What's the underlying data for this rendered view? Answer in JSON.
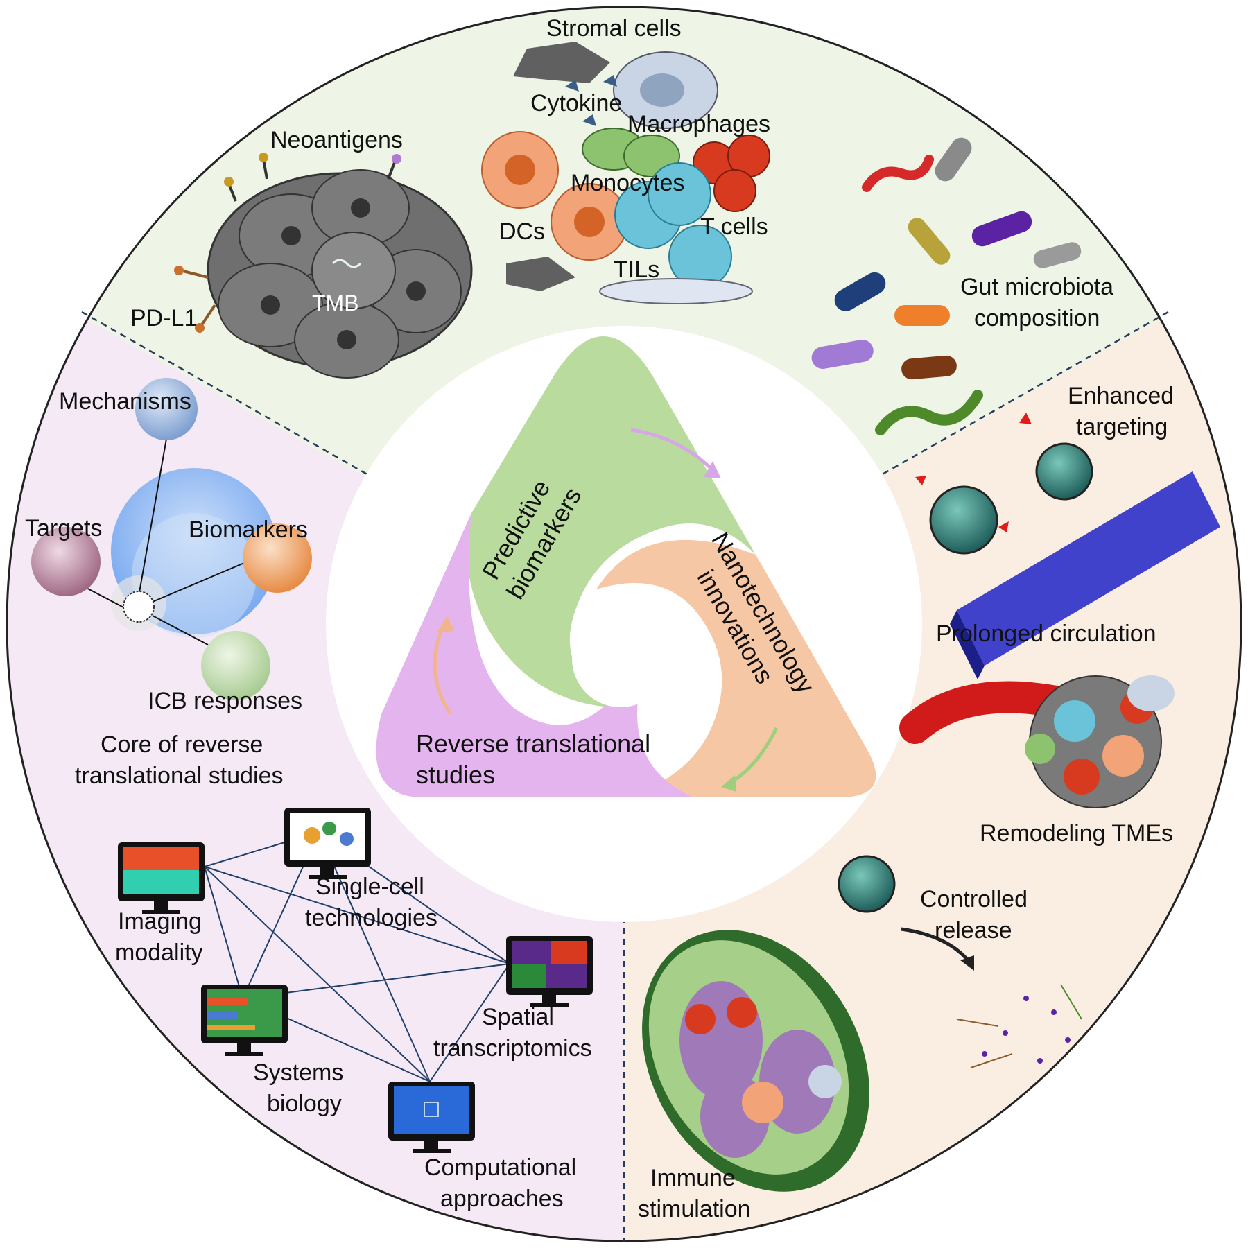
{
  "sections": {
    "biomarkers": {
      "labels": {
        "stromal_cells": "Stromal cells",
        "cytokine": "Cytokine",
        "macrophages": "Macrophages",
        "neoantigens": "Neoantigens",
        "monocytes": "Monocytes",
        "dcs": "DCs",
        "t_cells": "T cells",
        "tils": "TILs",
        "pd_l1": "PD-L1",
        "tmb": "TMB",
        "gut_line1": "Gut microbiota",
        "gut_line2": "composition"
      }
    },
    "nanotech": {
      "labels": {
        "enhanced_line1": "Enhanced",
        "enhanced_line2": "targeting",
        "prolonged": "Prolonged circulation",
        "remodeling": "Remodeling TMEs",
        "controlled_line1": "Controlled",
        "controlled_line2": "release",
        "immune_line1": "Immune",
        "immune_line2": "stimulation"
      }
    },
    "reverse": {
      "labels": {
        "mechanisms": "Mechanisms",
        "targets": "Targets",
        "biomarkers": "Biomarkers",
        "icb": "ICB responses",
        "core_line1": "Core of reverse",
        "core_line2": "translational studies",
        "imaging_line1": "Imaging",
        "imaging_line2": "modality",
        "singlecell_line1": "Single-cell",
        "singlecell_line2": "technologies",
        "spatial_line1": "Spatial",
        "spatial_line2": "transcriptomics",
        "systems_line1": "Systems",
        "systems_line2": "biology",
        "computational_line1": "Computational",
        "computational_line2": "approaches"
      }
    }
  },
  "center": {
    "predictive_line1": "Predictive",
    "predictive_line2": "biomarkers",
    "nanotech_line1": "Nanotechnology",
    "nanotech_line2": "innovations",
    "reverse_line1": "Reverse translational",
    "reverse_line2": "studies"
  },
  "colors": {
    "biomarker_bg": "#eef5e6",
    "nanotech_bg": "#faeee3",
    "reverse_bg": "#f5e9f6",
    "green_lobe": "#b9dc9e",
    "peach_lobe": "#f6c7a4",
    "purple_lobe": "#e4b4ee"
  }
}
